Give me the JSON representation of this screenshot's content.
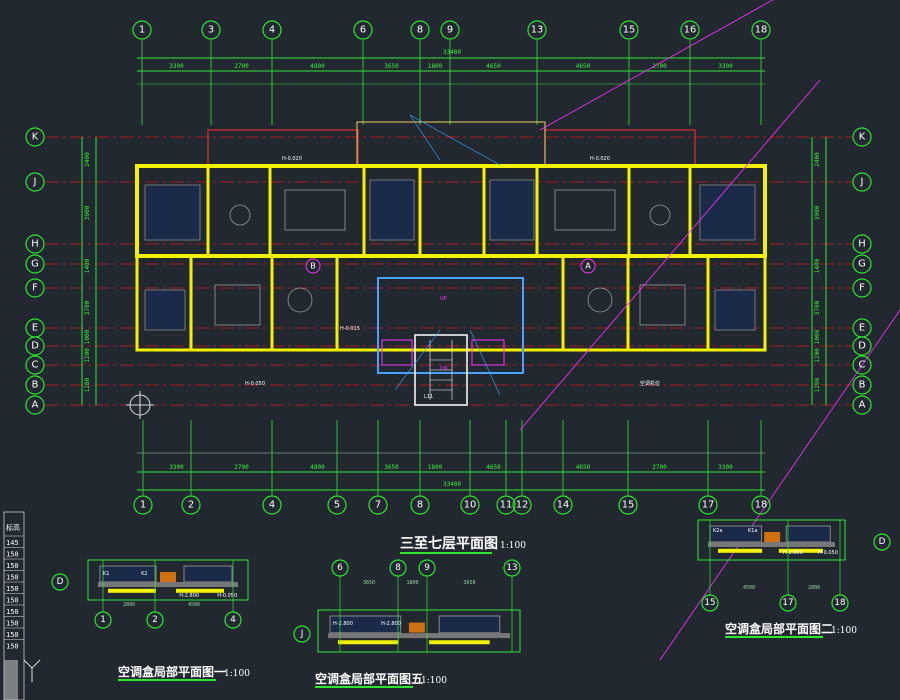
{
  "drawing": {
    "main_title": "三至七层平面图",
    "main_scale": "1:100",
    "overall_dimension": "33400",
    "top_axes": [
      "1",
      "3",
      "4",
      "6",
      "8",
      "9",
      "13",
      "15",
      "16",
      "18"
    ],
    "bottom_axes": [
      "1",
      "2",
      "4",
      "5",
      "7",
      "8",
      "10",
      "11",
      "12",
      "14",
      "15",
      "17",
      "18"
    ],
    "side_axes": [
      "K",
      "J",
      "H",
      "G",
      "F",
      "E",
      "D",
      "C",
      "B",
      "A"
    ],
    "top_bay_dimensions": [
      "3300",
      "2700",
      "4800",
      "3650",
      "1800",
      "4650",
      "4650",
      "2700",
      "3300"
    ],
    "side_dimensions": [
      "2400",
      "3900",
      "1400",
      "3700",
      "1000",
      "1200",
      "1200"
    ],
    "unit_markers": [
      "B",
      "A"
    ],
    "stair_label": "L11",
    "annotations": [
      "H-0.020",
      "H-0.015",
      "H-0.050",
      "空调机位",
      "UP",
      "DN"
    ]
  },
  "detail_plans": [
    {
      "title": "空调盒局部平面图一",
      "scale": "1:100",
      "axes": [
        "1",
        "2",
        "4"
      ],
      "side_axis": "D",
      "labels": [
        "K1",
        "K2",
        "H-2.800",
        "H-0.050"
      ],
      "dims": [
        "2800",
        "4500"
      ]
    },
    {
      "title": "空调盒局部平面图五",
      "scale": "1:100",
      "axes": [
        "6",
        "8",
        "9",
        "13"
      ],
      "side_axis": "J",
      "labels": [
        "H-2.800",
        "H-2.800"
      ],
      "dims": [
        "3650",
        "1800",
        "3650"
      ]
    },
    {
      "title": "空调盒局部平面图二",
      "scale": "1:100",
      "axes": [
        "15",
        "17",
        "18"
      ],
      "side_axis": "D",
      "labels": [
        "K2a",
        "K1a",
        "H-2.800",
        "H-0.050"
      ],
      "dims": [
        "4500",
        "2800"
      ]
    }
  ],
  "level_table": {
    "header": "标高",
    "rows": [
      "145",
      "150",
      "150",
      "150",
      "150",
      "150",
      "150",
      "150",
      "150",
      "150"
    ]
  },
  "colors": {
    "background": "#212830",
    "axis": "#2fe62f",
    "wall": "#f2f200",
    "grid": "#e01010",
    "magenta": "#ff33ff",
    "stair": "#4aa3ff"
  }
}
